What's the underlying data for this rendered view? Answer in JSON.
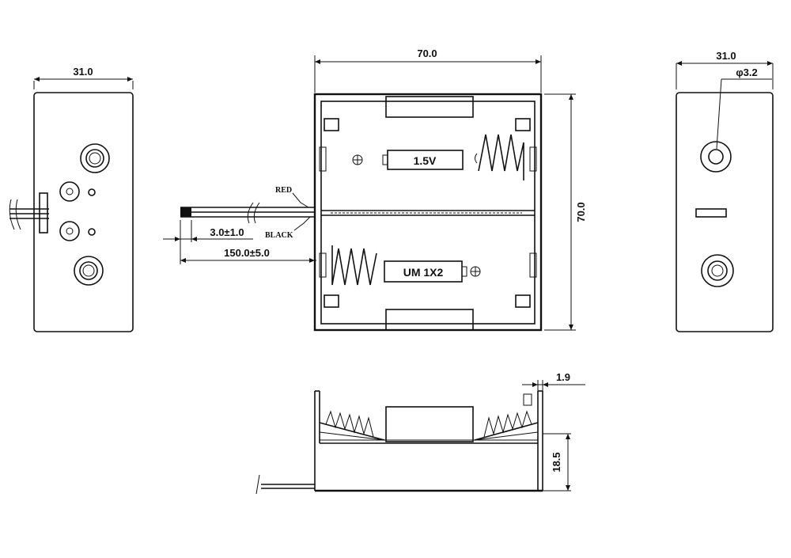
{
  "dimensions": {
    "left_width": "31.0",
    "top_width": "70.0",
    "right_width": "31.0",
    "height": "70.0",
    "hole_diameter": "φ3.2",
    "wire_strip": "3.0±1.0",
    "wire_length": "150.0±5.0",
    "wall_thickness": "1.9",
    "depth": "18.5"
  },
  "wires": {
    "red": "RED",
    "black": "BLACK"
  },
  "battery_labels": {
    "voltage": "1.5V",
    "type": "UM 1X2"
  },
  "colors": {
    "line": "#111111",
    "background": "#ffffff"
  }
}
